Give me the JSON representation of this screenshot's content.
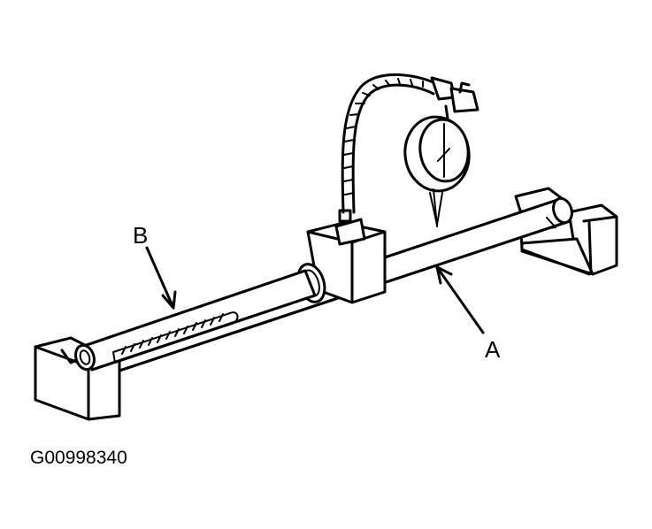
{
  "labels": {
    "a": "A",
    "b": "B"
  },
  "figure_id": "G00998340",
  "colors": {
    "line": "#000000",
    "background": "#ffffff"
  }
}
